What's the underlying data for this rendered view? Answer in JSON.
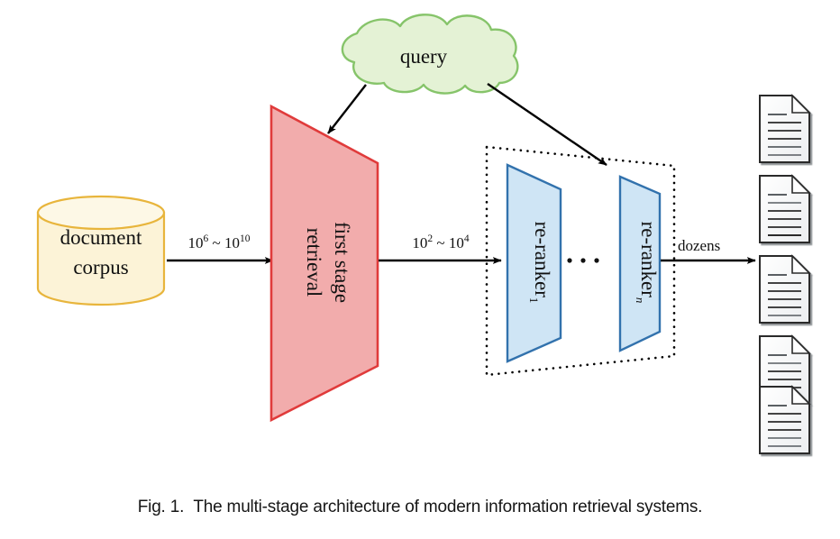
{
  "figure": {
    "caption_number": "Fig. 1.",
    "caption_text": "The multi-stage architecture of modern information retrieval systems.",
    "caption_full": "Fig. 1.  The multi-stage architecture of modern information retrieval systems."
  },
  "colors": {
    "corpus_fill": "#fcf3d7",
    "corpus_stroke": "#e8b53c",
    "first_stage_fill": "#f2acac",
    "first_stage_stroke": "#e03b3b",
    "reranker_fill": "#cfe5f5",
    "reranker_stroke": "#3272ad",
    "query_fill": "#e4f2d5",
    "query_stroke": "#86c46a",
    "doc_fill": "#f7f8f8",
    "doc_stroke": "#2b2b2b",
    "arrow": "#000000",
    "dotted_box": "#000000",
    "background": "#ffffff"
  },
  "nodes": {
    "corpus": {
      "label_line1": "document",
      "label_line2": "corpus",
      "shape": "cylinder"
    },
    "query": {
      "label": "query",
      "shape": "cloud"
    },
    "first_stage": {
      "label_line1": "first stage",
      "label_line2": "retrieval",
      "shape": "trapezoid",
      "orientation": "vertical-text"
    },
    "reranker_first": {
      "label_base": "re-ranker",
      "label_sub": "1",
      "shape": "trapezoid"
    },
    "reranker_last": {
      "label_base": "re-ranker",
      "label_sub": "n",
      "shape": "trapezoid"
    },
    "reranker_ellipsis": {
      "label": "···"
    },
    "reranker_group": {
      "shape": "dotted-trapezoid"
    },
    "results": {
      "count": 5,
      "icon": "document-icon"
    }
  },
  "edges": [
    {
      "name": "corpus-to-first-stage",
      "label_base": "10",
      "label_sup_1": "6",
      "label_mid": " ~ 10",
      "label_sup_2": "10",
      "label_plain": "10^6 ~ 10^10"
    },
    {
      "name": "first-stage-to-rerankers",
      "label_base": "10",
      "label_sup_1": "2",
      "label_mid": " ~ 10",
      "label_sup_2": "4",
      "label_plain": "10^2 ~ 10^4"
    },
    {
      "name": "rerankers-to-results",
      "label_plain": "dozens"
    },
    {
      "name": "query-to-first-stage",
      "label_plain": ""
    },
    {
      "name": "query-to-rerankers",
      "label_plain": ""
    }
  ]
}
